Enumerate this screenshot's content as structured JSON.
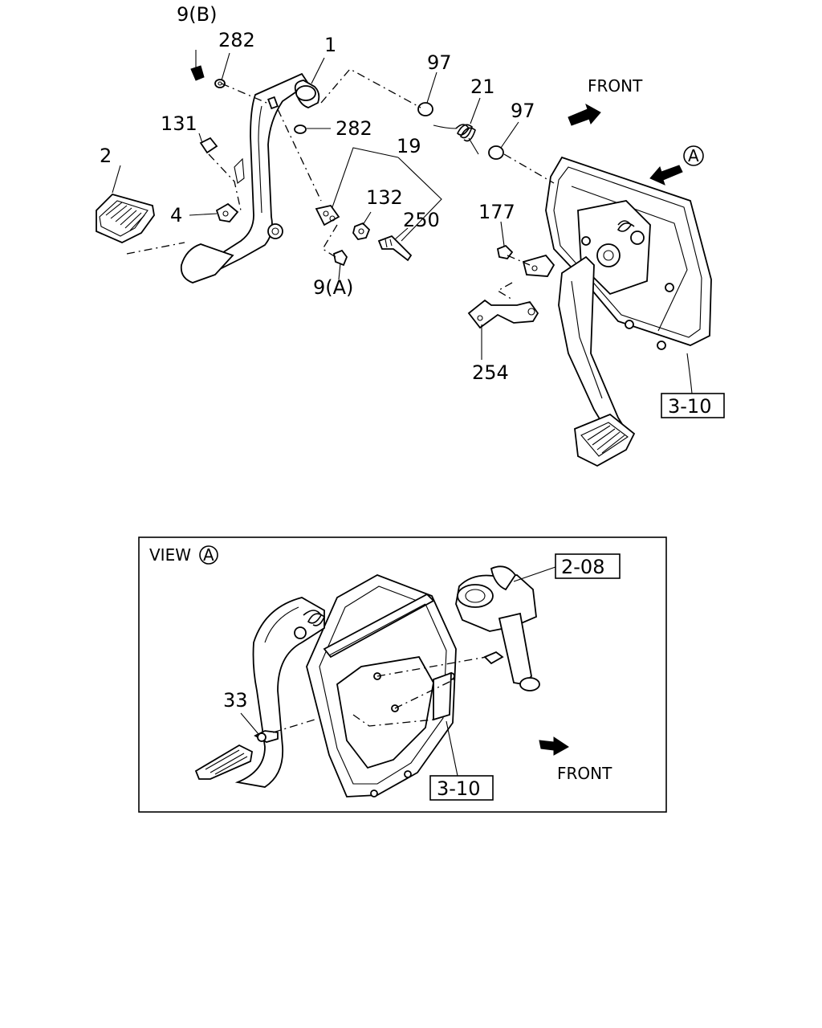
{
  "callouts": {
    "c9b": "9(B)",
    "c282a": "282",
    "c1": "1",
    "c97a": "97",
    "c21": "21",
    "c97b": "97",
    "cfront_top": "FRONT",
    "c131": "131",
    "c282b": "282",
    "c19": "19",
    "c2": "2",
    "c132": "132",
    "c250": "250",
    "c4": "4",
    "c9a": "9(A)",
    "c177": "177",
    "c254": "254",
    "cA": "A"
  },
  "refs": {
    "ref_3_10_top": "3-10",
    "ref_2_08": "2-08",
    "ref_3_10_view": "3-10"
  },
  "view_a": {
    "title_prefix": "VIEW",
    "title_circle": "A",
    "c33": "33",
    "front": "FRONT"
  }
}
